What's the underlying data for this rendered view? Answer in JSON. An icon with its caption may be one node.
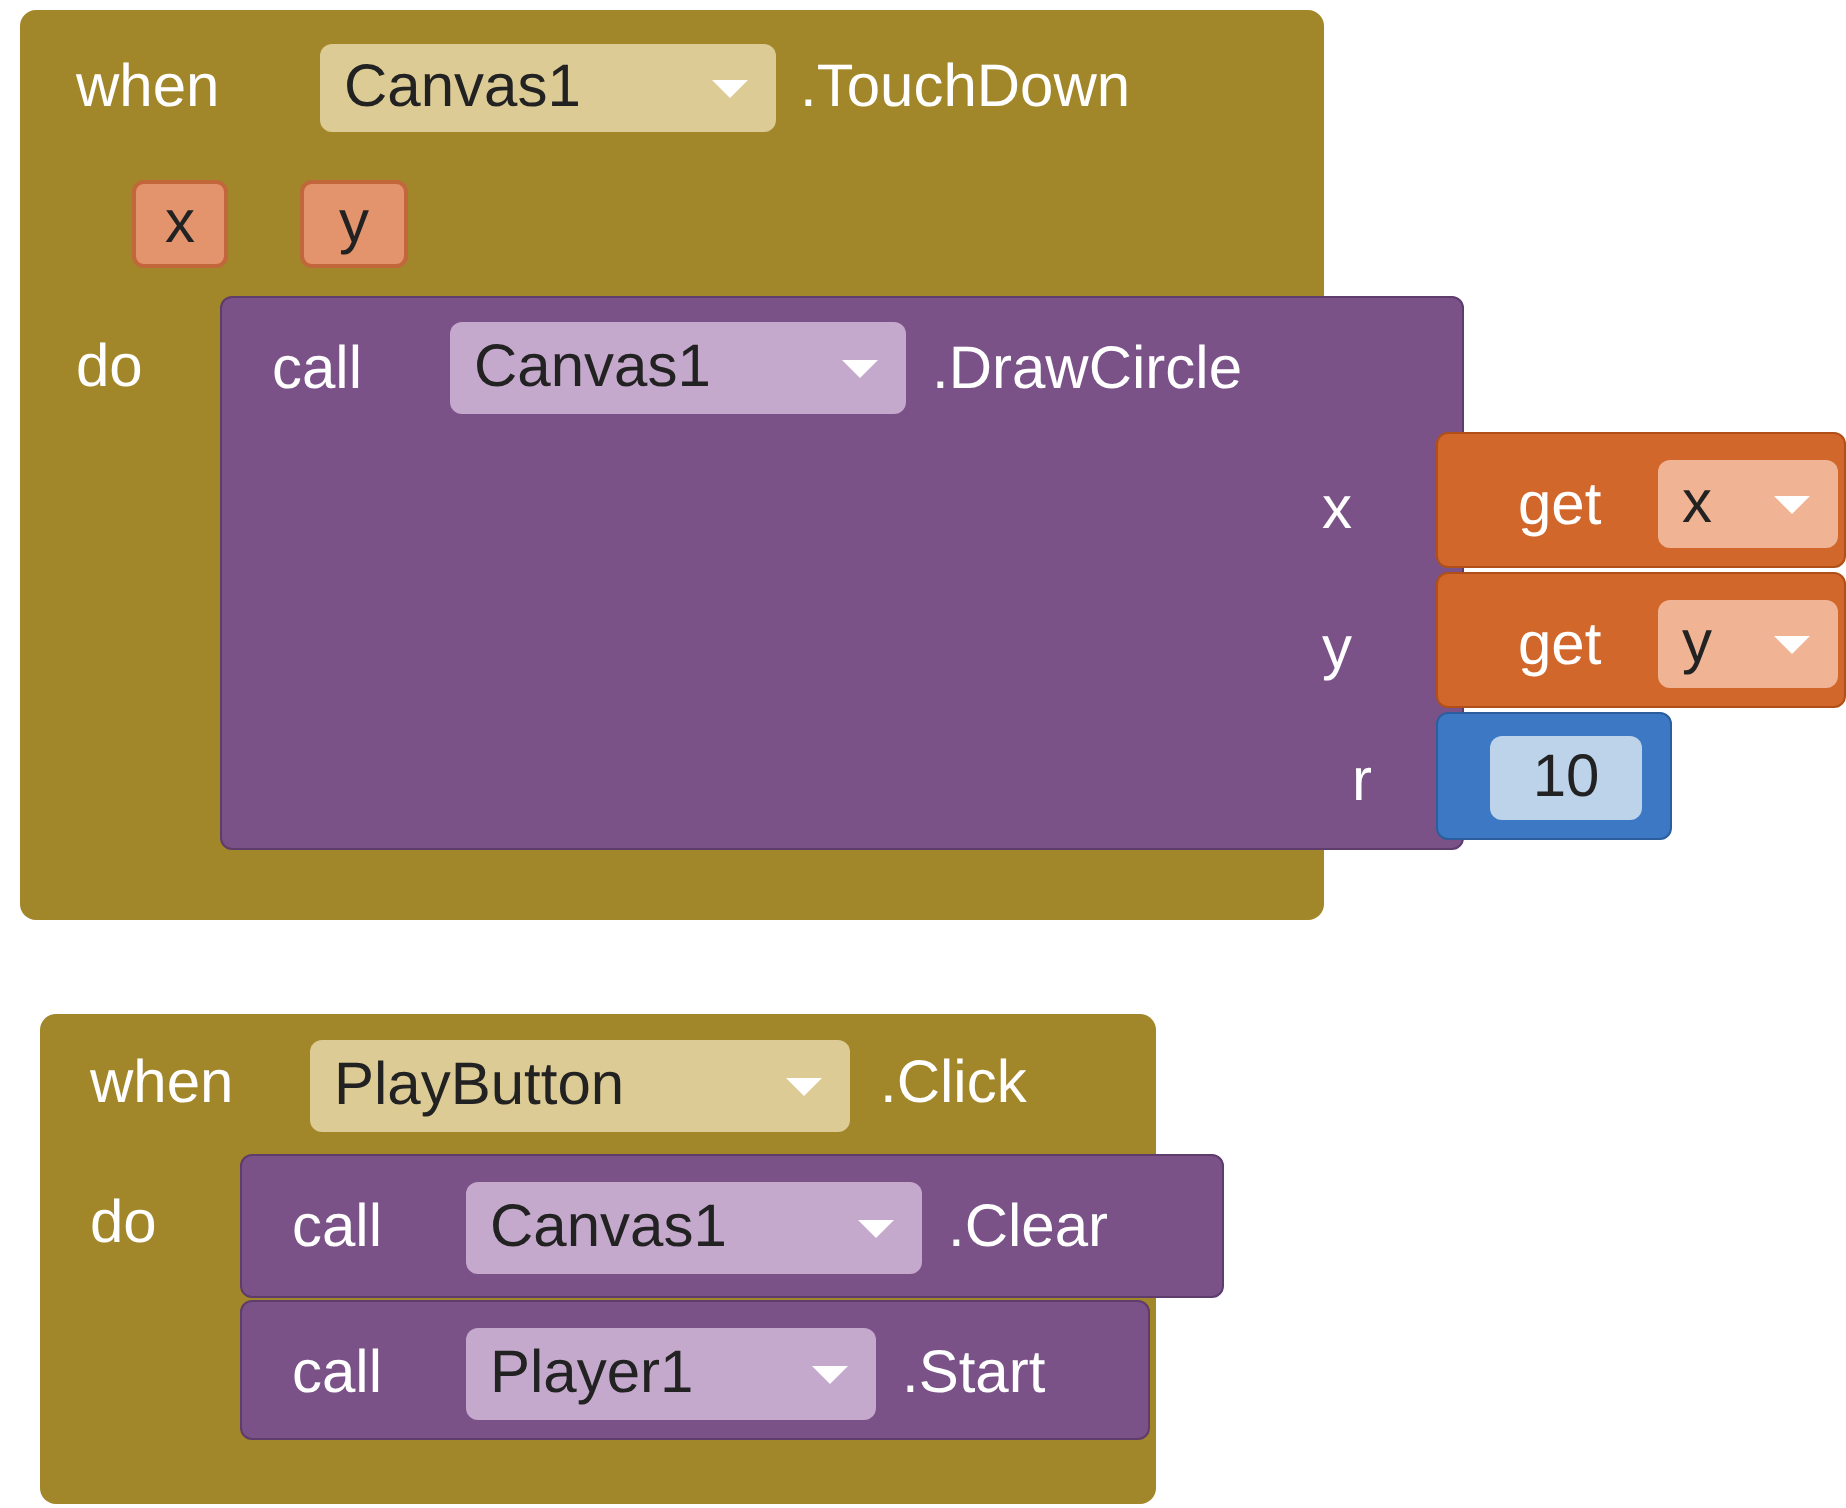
{
  "diagram": {
    "nodes": [
      {
        "text": [
          "when",
          ".TouchDown",
          "do"
        ]
      },
      {
        "text": [
          "Canvas1"
        ],
        "in": 0
      },
      {
        "text": [
          "x"
        ],
        "in": 0
      },
      {
        "text": [
          "y"
        ],
        "in": 0
      },
      {
        "text": [
          "call",
          ".DrawCircle",
          "x",
          "y",
          "r"
        ],
        "in": 0
      },
      {
        "text": [
          "Canvas1"
        ],
        "in": 4
      },
      {
        "text": [
          "get"
        ]
      },
      {
        "text": [
          "x"
        ],
        "in": 6
      },
      {
        "text": [
          "get"
        ]
      },
      {
        "text": [
          "y"
        ],
        "in": 8
      },
      {
        "text": [
          "10"
        ]
      },
      {
        "text": [
          "when",
          ".Click",
          "do"
        ]
      },
      {
        "text": [
          "PlayButton"
        ],
        "in": 11
      },
      {
        "text": [
          "call",
          ".Clear"
        ],
        "in": 11
      },
      {
        "text": [
          "Canvas1"
        ],
        "in": 13
      },
      {
        "text": [
          "call",
          ".Start"
        ],
        "in": 11
      },
      {
        "text": [
          "Player1"
        ],
        "in": 15
      }
    ]
  }
}
